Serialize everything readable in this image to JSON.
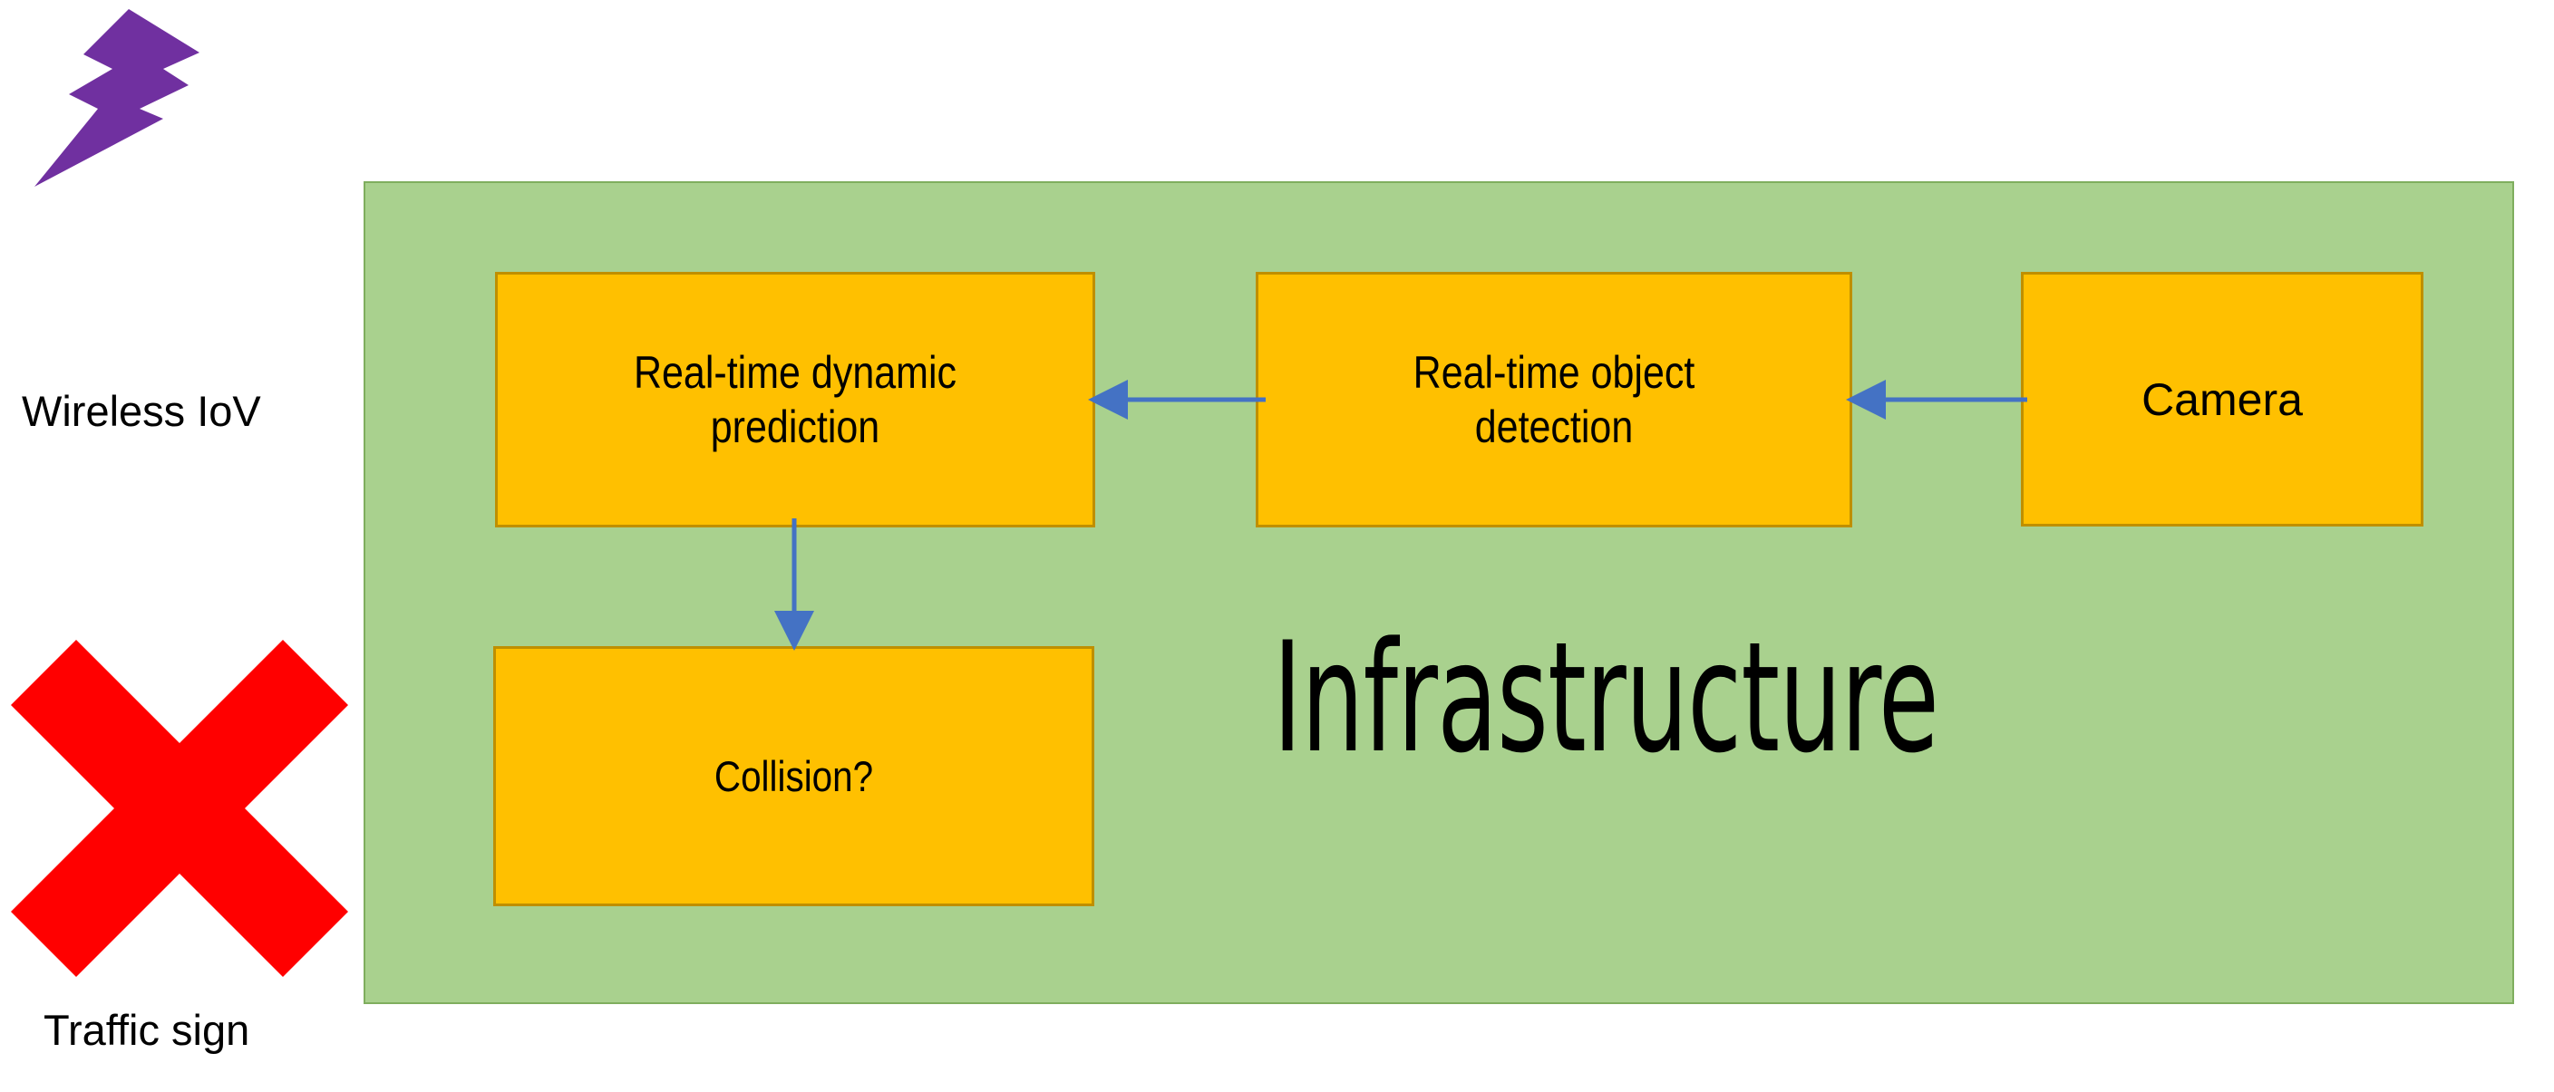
{
  "diagram": {
    "title": "Infrastructure",
    "panel": {
      "label": "Infrastructure",
      "fill_color": "#A9D18E",
      "border_color": "#7FAE5E"
    },
    "box_style": {
      "fill_color": "#FFC000",
      "border_color": "#BF8F00",
      "text_color": "#000000"
    },
    "arrow_color": "#4472C4",
    "boxes": [
      {
        "id": "prediction",
        "label": "Real-time dynamic\nprediction"
      },
      {
        "id": "detection",
        "label": "Real-time object\ndetection"
      },
      {
        "id": "camera",
        "label": "Camera"
      },
      {
        "id": "collision",
        "label": "Collision?"
      }
    ],
    "arrows": [
      {
        "id": "detection-to-prediction",
        "from": "Real-time object detection",
        "to": "Real-time dynamic prediction",
        "direction": "left"
      },
      {
        "id": "camera-to-detection",
        "from": "Camera",
        "to": "Real-time object detection",
        "direction": "left"
      },
      {
        "id": "prediction-to-collision",
        "from": "Real-time dynamic prediction",
        "to": "Collision?",
        "direction": "down"
      }
    ],
    "external": [
      {
        "id": "wireless-iov",
        "label": "Wireless IoV",
        "icon": "lightning-bolt-icon",
        "icon_color": "#7030A0"
      },
      {
        "id": "traffic-sign",
        "label": "Traffic sign",
        "icon": "red-cross-icon",
        "icon_color": "#FF0000"
      }
    ]
  }
}
